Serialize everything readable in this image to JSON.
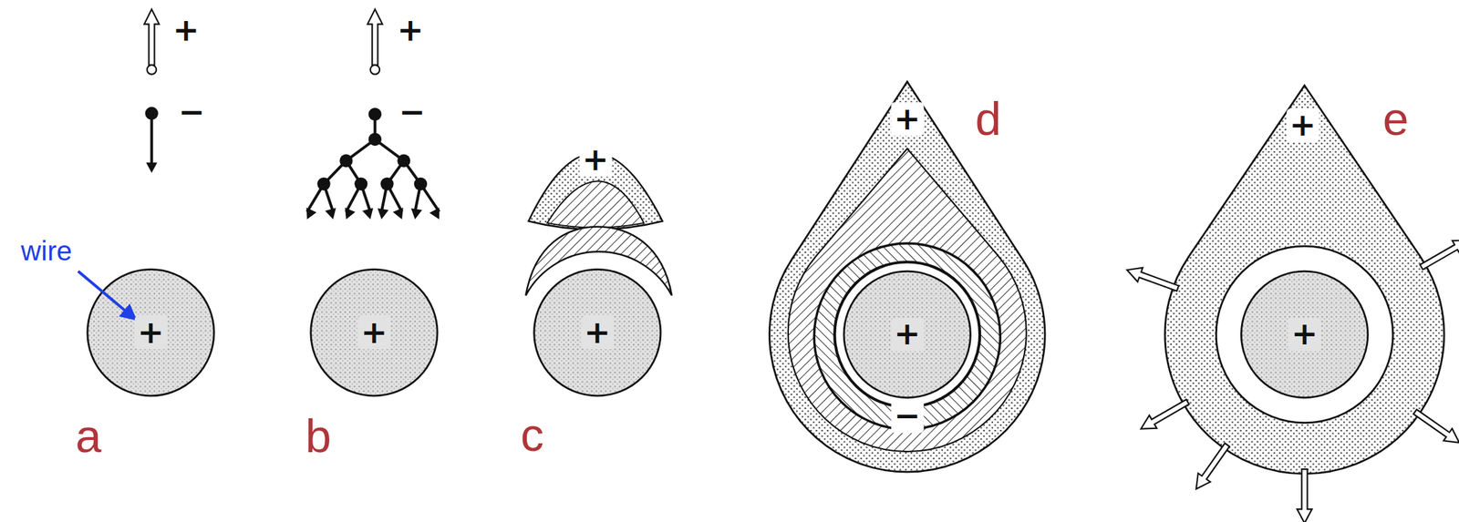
{
  "diagram": {
    "labels": [
      "+",
      "−",
      "wire",
      "+",
      "a",
      "+",
      "−",
      "+",
      "b",
      "+",
      "+",
      "c",
      "+",
      "d",
      "+",
      "−",
      "+",
      "e",
      "+"
    ]
  }
}
